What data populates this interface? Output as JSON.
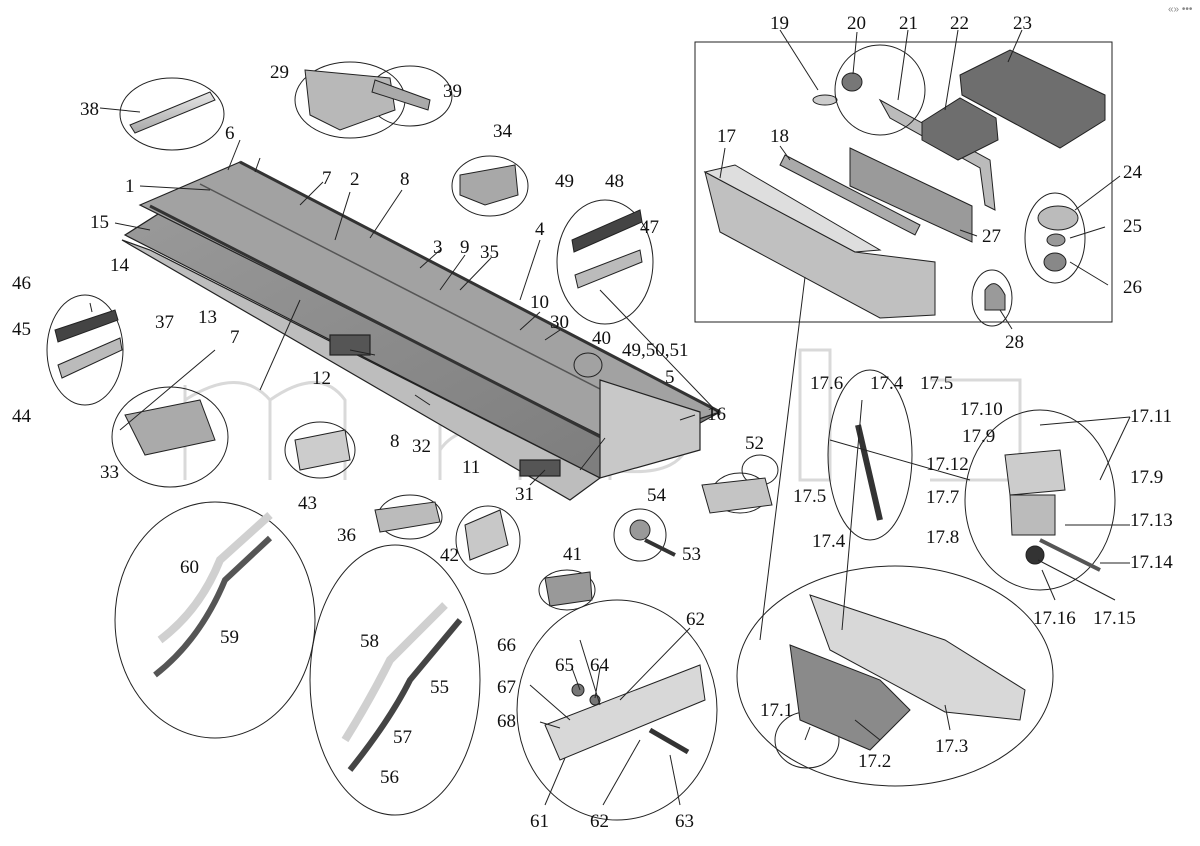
{
  "watermark_corner": "«» •••",
  "labels": {
    "l1": "1",
    "l2": "2",
    "l3": "3",
    "l4": "4",
    "l5": "5",
    "l6": "6",
    "l7a": "7",
    "l7b": "7",
    "l8a": "8",
    "l8b": "8",
    "l9": "9",
    "l10": "10",
    "l11": "11",
    "l12": "12",
    "l13": "13",
    "l14": "14",
    "l15": "15",
    "l16": "16",
    "l17": "17",
    "l18": "18",
    "l19": "19",
    "l20": "20",
    "l21": "21",
    "l22": "22",
    "l23": "23",
    "l24": "24",
    "l25": "25",
    "l26": "26",
    "l27": "27",
    "l28": "28",
    "l29": "29",
    "l30": "30",
    "l31": "31",
    "l32": "32",
    "l33": "33",
    "l34": "34",
    "l35": "35",
    "l36": "36",
    "l37": "37",
    "l38": "38",
    "l39": "39",
    "l40": "40",
    "l41": "41",
    "l42": "42",
    "l43": "43",
    "l44": "44",
    "l45": "45",
    "l46": "46",
    "l47": "47",
    "l48": "48",
    "l49": "49",
    "l495051": "49,50,51",
    "l52": "52",
    "l53": "53",
    "l54": "54",
    "l55": "55",
    "l56": "56",
    "l57": "57",
    "l58": "58",
    "l59": "59",
    "l60": "60",
    "l61": "61",
    "l62a": "62",
    "l62b": "62",
    "l63": "63",
    "l64": "64",
    "l65": "65",
    "l66": "66",
    "l67": "67",
    "l68": "68",
    "l17_1": "17.1",
    "l17_2": "17.2",
    "l17_3": "17.3",
    "l17_4a": "17.4",
    "l17_4b": "17.4",
    "l17_5a": "17.5",
    "l17_5b": "17.5",
    "l17_6": "17.6",
    "l17_7": "17.7",
    "l17_8": "17.8",
    "l17_9a": "17.9",
    "l17_9b": "17.9",
    "l17_10": "17.10",
    "l17_11": "17.11",
    "l17_12": "17.12",
    "l17_13": "17.13",
    "l17_14": "17.14",
    "l17_15": "17.15",
    "l17_16": "17.16"
  },
  "colors": {
    "panel_dark": "#8a8a8a",
    "panel_mid": "#b4b4b4",
    "panel_light": "#d9d9d9",
    "stroke": "#222222",
    "watermark": "#e6e6e6"
  }
}
